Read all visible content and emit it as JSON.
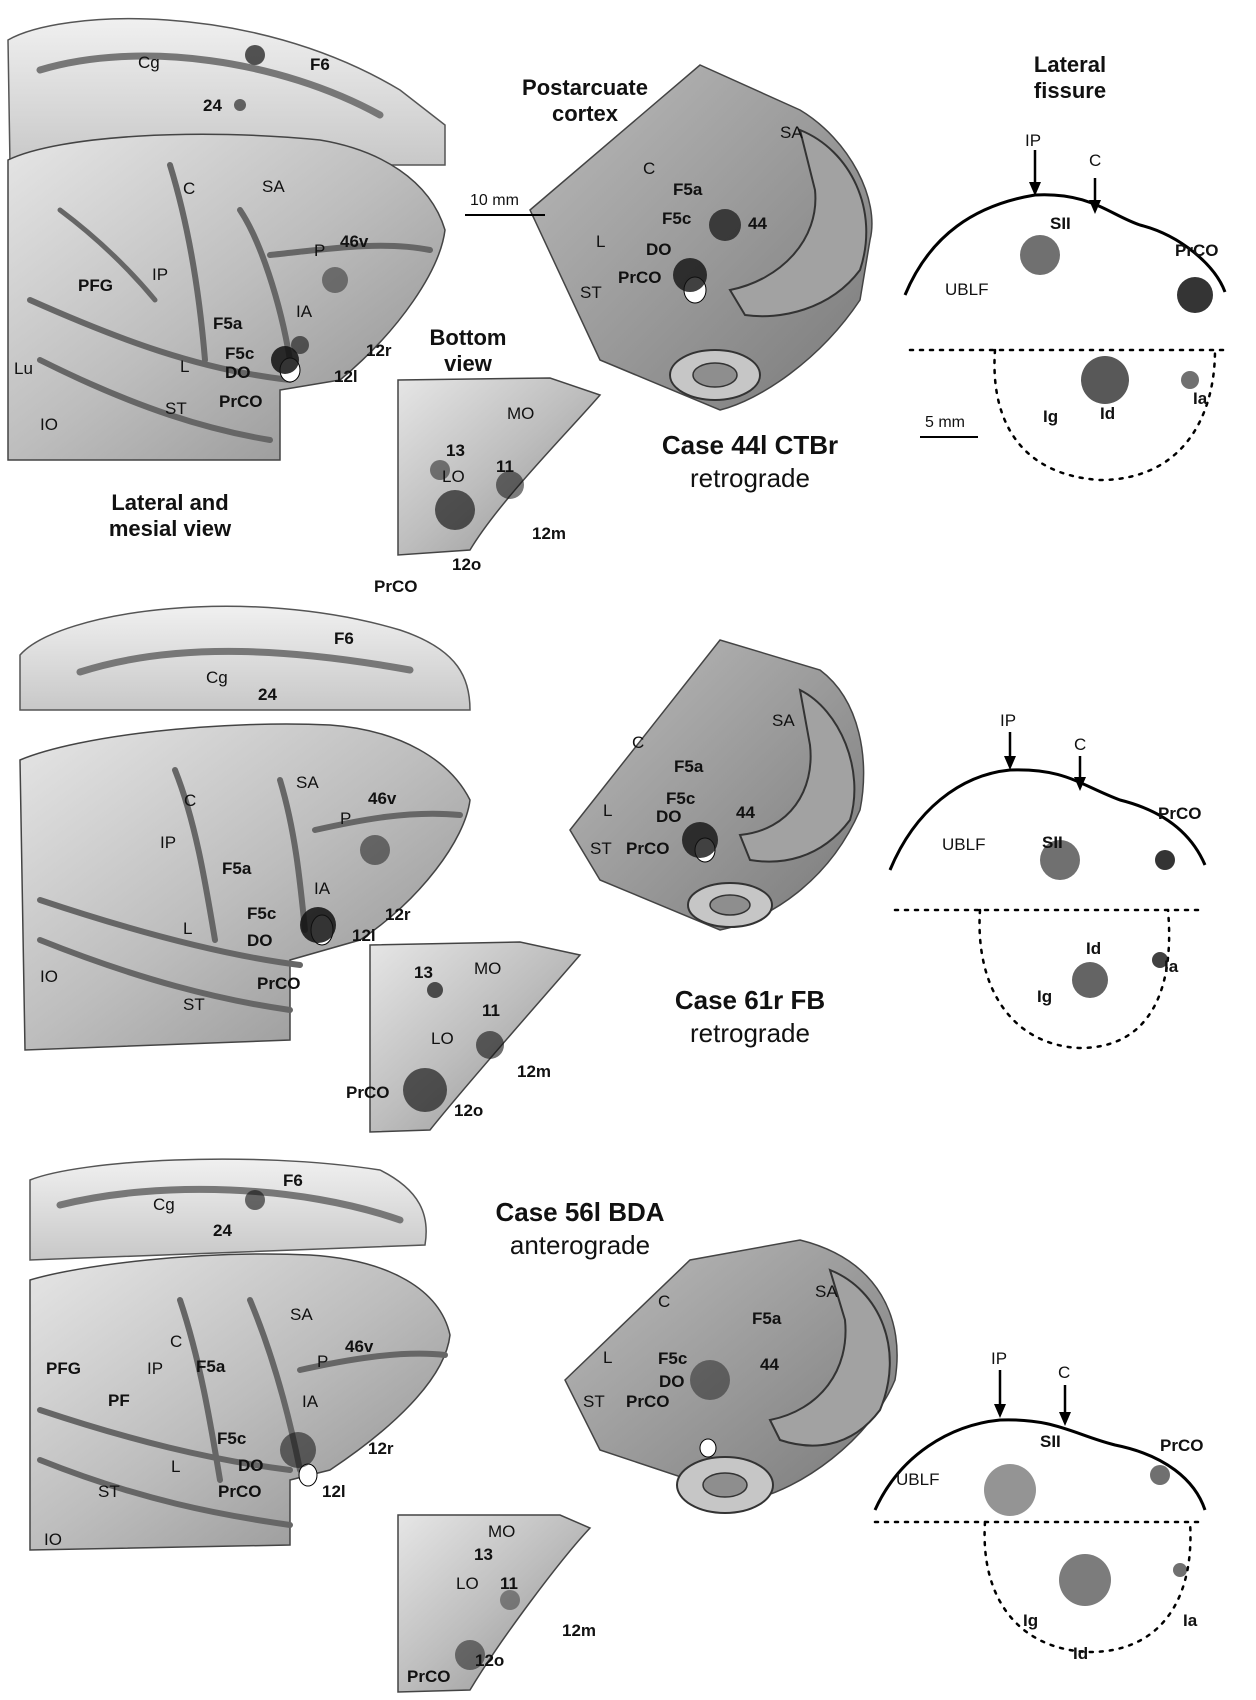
{
  "headings": {
    "postarcuate": "Postarcuate\ncortex",
    "lateral_fissure": "Lateral\nfissure",
    "bottom_view": "Bottom\nview",
    "lateral_mesial": "Lateral and\nmesial view"
  },
  "scale_bars": {
    "brain": "10 mm",
    "fissure": "5 mm"
  },
  "cases": [
    {
      "title": "Case 44l CTBr",
      "subtitle": "retrograde"
    },
    {
      "title": "Case 61r FB",
      "subtitle": "retrograde"
    },
    {
      "title": "Case 56l BDA",
      "subtitle": "anterograde"
    }
  ],
  "labels": {
    "Cg": "Cg",
    "F6": "F6",
    "24": "24",
    "SA": "SA",
    "C": "C",
    "P": "P",
    "46v": "46v",
    "IP": "IP",
    "PFG": "PFG",
    "PF": "PF",
    "F5a": "F5a",
    "F5c": "F5c",
    "IA": "IA",
    "12r": "12r",
    "L": "L",
    "DO": "DO",
    "12l": "12l",
    "Lu": "Lu",
    "ST": "ST",
    "PrCO": "PrCO",
    "IO": "IO",
    "MO": "MO",
    "13": "13",
    "LO": "LO",
    "11": "11",
    "12m": "12m",
    "12o": "12o",
    "44": "44",
    "SII": "SII",
    "UBLF": "UBLF",
    "Ia": "Ia",
    "Ig": "Ig",
    "Id": "Id"
  },
  "colors": {
    "cortex_light": "#dcdcdc",
    "cortex_mid": "#a9a9a9",
    "cortex_dark": "#6e6e6e",
    "label_dots": "#111111"
  }
}
